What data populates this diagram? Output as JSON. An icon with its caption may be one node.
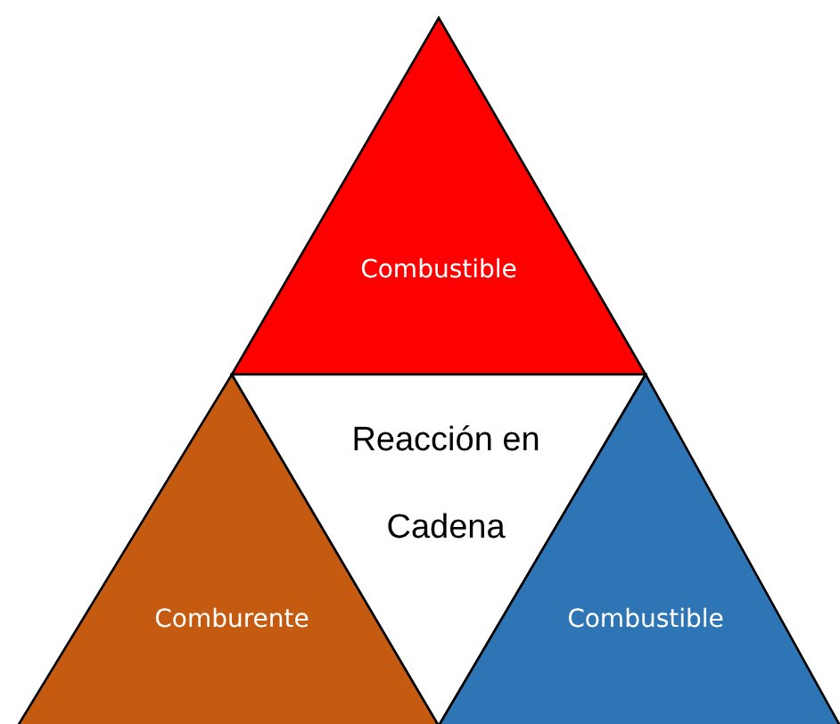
{
  "diagram": {
    "nodes": [
      {
        "text": [
          "Combustible"
        ]
      },
      {
        "text": [
          "Comburente"
        ]
      },
      {
        "text": [
          "Reacción en Cadena"
        ]
      },
      {
        "text": [
          "Combustible"
        ]
      }
    ]
  }
}
